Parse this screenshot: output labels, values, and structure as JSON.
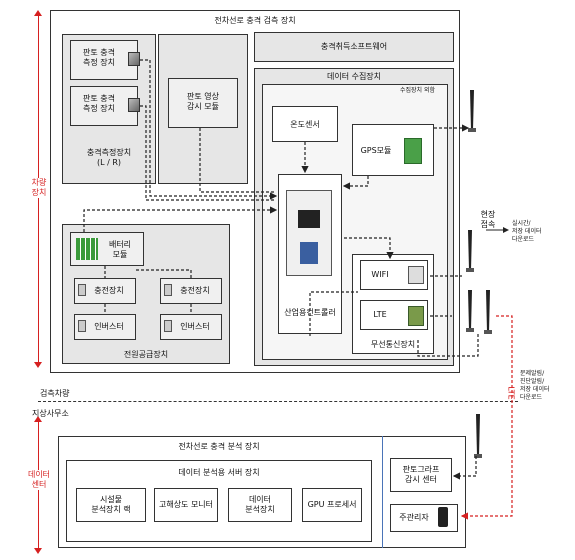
{
  "colors": {
    "red": "#d62020",
    "border": "#333333",
    "gray": "#e6e6e6",
    "blue": "#4a74b8"
  },
  "side": {
    "vehicle": "차량\n장치",
    "datacenter": "데이터\n센터",
    "inspection_vehicle": "검측차량",
    "ground_office": "지상사무소"
  },
  "top": {
    "title": "전차선로 충격 검측 장치",
    "software": "충격취득소프트웨어",
    "measure_group_label": "충격측정장치\n(L / R)",
    "sensor1": "판토 충격\n측정 장치",
    "sensor2": "판토 충격\n측정 장치",
    "video": "판토 영상\n감시 모듈",
    "daq_title": "데이터 수집장치",
    "daq_sub": "수집장치 외함",
    "temp": "온도센서",
    "gps": "GPS모듈",
    "controller": "산업용컨트롤러",
    "wifi": "WIFI",
    "lte": "LTE",
    "wireless": "무선통신장치",
    "battery": "배터리\n모듈",
    "charger1": "충전장치",
    "charger2": "충전장치",
    "inverter1": "인버스터",
    "inverter2": "인버스터",
    "power": "전원공급장치"
  },
  "right": {
    "site": "현장\n접속",
    "realtime": "실시간/\n저장 데이터\n다운로드",
    "lte_label": "LTE",
    "alarm": "문제알림/\n진단알림/\n저장 데이터\n다운로드"
  },
  "bottom": {
    "title": "전차선로 충격 분석 장치",
    "server_title": "데이터 분석용 서버 장치",
    "rack": "시설물\n분석장치 랙",
    "monitor": "고해상도 모니터",
    "analyzer": "데이터\n분석장치",
    "gpu": "GPU 프로세서",
    "center": "판토그라프\n감시 센터",
    "manager": "주관리자"
  }
}
